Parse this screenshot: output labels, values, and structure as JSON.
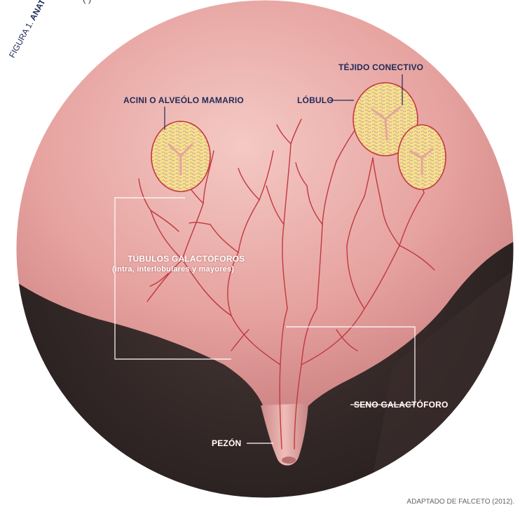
{
  "top_fragment": "(                                             )",
  "caption": {
    "number": "FIGURA 1.",
    "title": "ANATOMÍA DE LA GLÁNDULA MAMARIA."
  },
  "labels": {
    "tejido_conectivo": "TÉJIDO CONECTIVO",
    "acini": "ACINI O ALVEÓLO MAMARIO",
    "lobulo": "LÓBULO",
    "tubulos_line1": "TÚBULOS GALACTÓFOROS",
    "tubulos_line2": "(intra, interlobulares y mayores)",
    "seno": "SENO GALACTÓFORO",
    "pezon": "PEZÓN"
  },
  "source": "ADAPTADO DE FALCETO (2012).",
  "colors": {
    "skin": "#e39a98",
    "skin_light": "#f3c8c4",
    "duct": "#c2383f",
    "alveolus_fill": "#f2e48a",
    "alveolus_tissue": "#e6a6a0",
    "label_navy": "#1f2a5a",
    "leader_white": "#ffffff",
    "shadow": "#3a3030"
  }
}
